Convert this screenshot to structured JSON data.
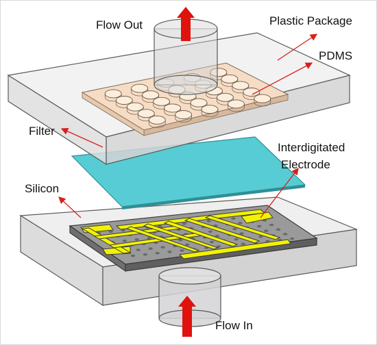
{
  "labels": {
    "flow_out": "Flow Out",
    "plastic_package": "Plastic Package",
    "pdms": "PDMS",
    "filter": "Filter",
    "interdigitated": "Interdigitated",
    "electrode": "Electrode",
    "silicon": "Silicon",
    "flow_in": "Flow In"
  },
  "colors": {
    "package_edge": "#5a5a5a",
    "package_fill": "#e9e9ea",
    "pdms_fill": "#f6dcc4",
    "filter_fill": "#45c6cf",
    "electrode_fill": "#f2f200",
    "silicon_fill": "#8a8a8a",
    "arrow_red": "#e0120e",
    "leader_red": "#d8201c"
  }
}
